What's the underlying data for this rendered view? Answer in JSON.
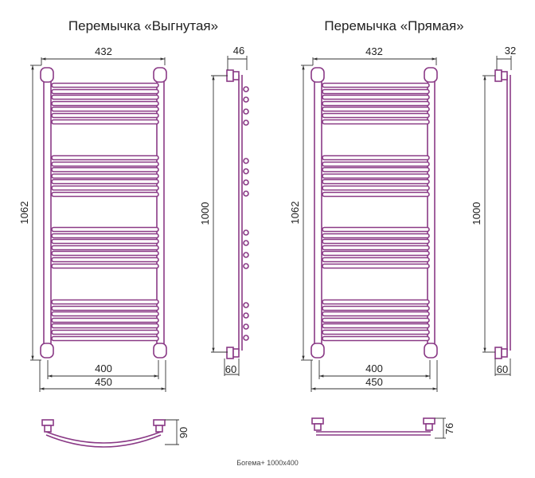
{
  "variants": [
    {
      "title": "Перемычка «Выгнутая»",
      "width_top": "432",
      "height_total": "1062",
      "width_inner": "400",
      "width_outer": "450",
      "side_depth_top": "46",
      "side_height": "1000",
      "side_depth_bottom": "60",
      "plan_depth": "90"
    },
    {
      "title": "Перемычка «Прямая»",
      "width_top": "432",
      "height_total": "1062",
      "width_inner": "400",
      "width_outer": "450",
      "side_depth_top": "32",
      "side_height": "1000",
      "side_depth_bottom": "60",
      "plan_depth": "76"
    }
  ],
  "caption": "Богема+ 1000x400",
  "colors": {
    "pipe": "#8a3a86",
    "dimension": "#333333"
  }
}
